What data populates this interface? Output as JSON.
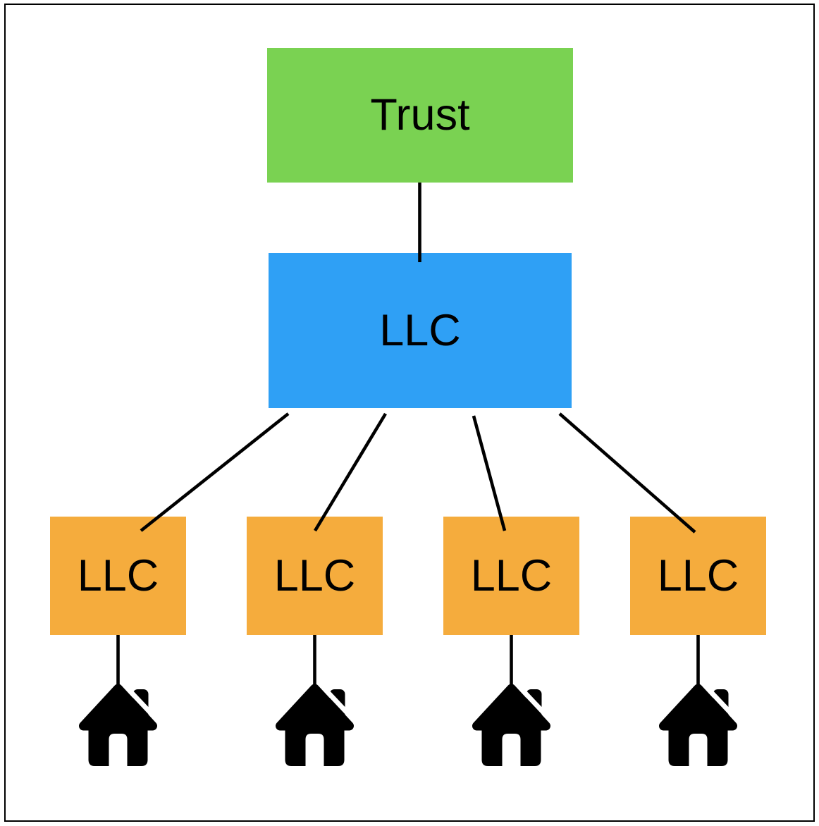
{
  "diagram": {
    "nodes": {
      "trust": {
        "label": "Trust",
        "color": "#7AD252"
      },
      "holding_llc": {
        "label": "LLC",
        "color": "#2FA0F5"
      },
      "child_llcs": [
        {
          "label": "LLC"
        },
        {
          "label": "LLC"
        },
        {
          "label": "LLC"
        },
        {
          "label": "LLC"
        }
      ],
      "child_color": "#F5AC3D"
    },
    "icons": {
      "house": "house-icon",
      "house_count": 4
    },
    "colors": {
      "connector": "#000000",
      "text": "#000000",
      "background": "#FFFFFF",
      "border": "#000000"
    }
  }
}
